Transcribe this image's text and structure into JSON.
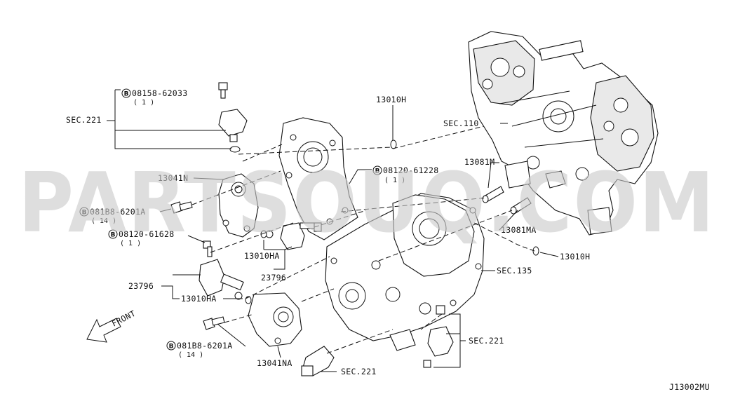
{
  "watermark": "PARTSOUQ.COM",
  "diagram_code": "J13002MU",
  "front_label": "FRONT",
  "labels": {
    "bolt_08158": "08158-62033",
    "bolt_08158_qty": "( 1 )",
    "sec221_top": "SEC.221",
    "seal_13010h_top": "13010H",
    "sec110": "SEC.110",
    "cover_13041n": "13041N",
    "bolt_08120_61228": "08120-61228",
    "bolt_08120_61228_qty": "( 1 )",
    "seal_13081m": "13081M",
    "bolt_081b8_top": "081B8-6201A",
    "bolt_081b8_top_qty": "( 14 )",
    "bolt_08120_61628": "08120-61628",
    "bolt_08120_61628_qty": "( 1 )",
    "seal_13081ma": "13081MA",
    "seal_13010ha_center": "13010HA",
    "seal_13010h_right": "13010H",
    "valve_23796_center": "23796",
    "sec135": "SEC.135",
    "valve_23796_left": "23796",
    "seal_13010ha_left": "13010HA",
    "sec221_right": "SEC.221",
    "bolt_081b8_bottom": "081B8-6201A",
    "bolt_081b8_bottom_qty": "( 14 )",
    "cover_13041na": "13041NA",
    "sec221_bottom": "SEC.221"
  },
  "badge_letter": "B"
}
